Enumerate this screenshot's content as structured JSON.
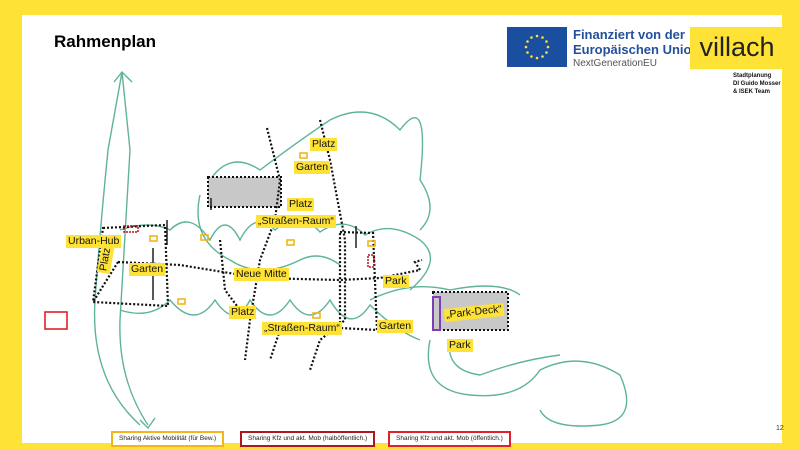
{
  "title": "Rahmenplan",
  "eu_logo": {
    "line1": "Finanziert von der",
    "line2": "Europäischen Union",
    "line3": "NextGenerationEU",
    "icon": "eu-flag-icon"
  },
  "logo": "villach",
  "credits": [
    "Stadtplanung",
    "DI Guido Mosser",
    "& ISEK Team"
  ],
  "colors": {
    "frame": "#ffe236",
    "sharing_active": "#f2b51b",
    "sharing_semi": "#b0161e",
    "sharing_public": "#e0202a",
    "river": "#5fb39a"
  },
  "labels": {
    "platz_top": "Platz",
    "garten_top": "Garten",
    "platz_mid": "Platz",
    "strassen_raum_top": "„Straßen-Raum“",
    "urban_hub": "Urban-Hub",
    "platz_left": "Platz",
    "garten_left": "Garten",
    "neue_mitte": "Neue Mitte",
    "park_right": "Park",
    "platz_bottom": "Platz",
    "strassen_raum_bottom": "„Straßen-Raum“",
    "garten_right": "Garten",
    "park_deck": "„Park-Deck“",
    "park_bottom": "Park"
  },
  "legend": [
    "Sharing Aktive Mobilität (für Bew.)",
    "Sharing Kfz und akt. Mob (halböffentlich.)",
    "Sharing Kfz und akt. Mob (öffentlich.)"
  ],
  "page_number": "12"
}
